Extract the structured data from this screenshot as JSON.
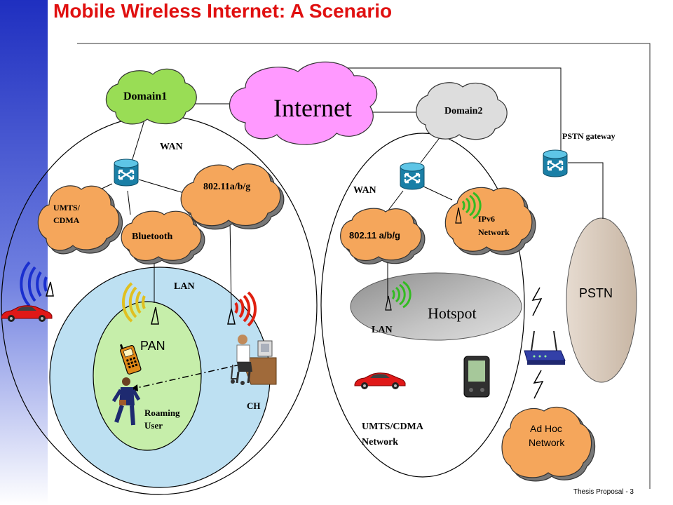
{
  "slide": {
    "title": "Mobile Wireless Internet: A Scenario",
    "footer": "Thesis Proposal - 3"
  },
  "labels": {
    "internet": "Internet",
    "domain1": "Domain1",
    "domain2": "Domain2",
    "wan_left": "WAN",
    "wan_right": "WAN",
    "pstn_gateway": "PSTN gateway",
    "wifi_left": "802.11a/b/g",
    "umts_cdma_line1": "UMTS/",
    "umts_cdma_line2": "CDMA",
    "bluetooth": "Bluetooth",
    "wifi_right": "802.11 a/b/g",
    "ipv6_line1": "IPv6",
    "ipv6_line2": "Network",
    "lan_left": "LAN",
    "lan_right": "LAN",
    "pan": "PAN",
    "hotspot": "Hotspot",
    "pstn": "PSTN",
    "ch": "CH",
    "roaming_line1": "Roaming",
    "roaming_line2": "User",
    "umts_network_line1": "UMTS/CDMA",
    "umts_network_line2": "Network",
    "adhoc_line1": "Ad Hoc",
    "adhoc_line2": "Network"
  },
  "colors": {
    "title": "#e01010",
    "internet_cloud": "#ff99ff",
    "domain1_cloud": "#99dd55",
    "domain2_cloud": "#dddddd",
    "orange_cloud": "#f5a65b",
    "router": "#2aa3c7",
    "lan_circle": "#bde0f2",
    "pan_circle": "#c6eeaa",
    "hotspot": "#b8b8b8",
    "pstn": "#d6c6b6",
    "left_bar": "#1f2fc0"
  }
}
